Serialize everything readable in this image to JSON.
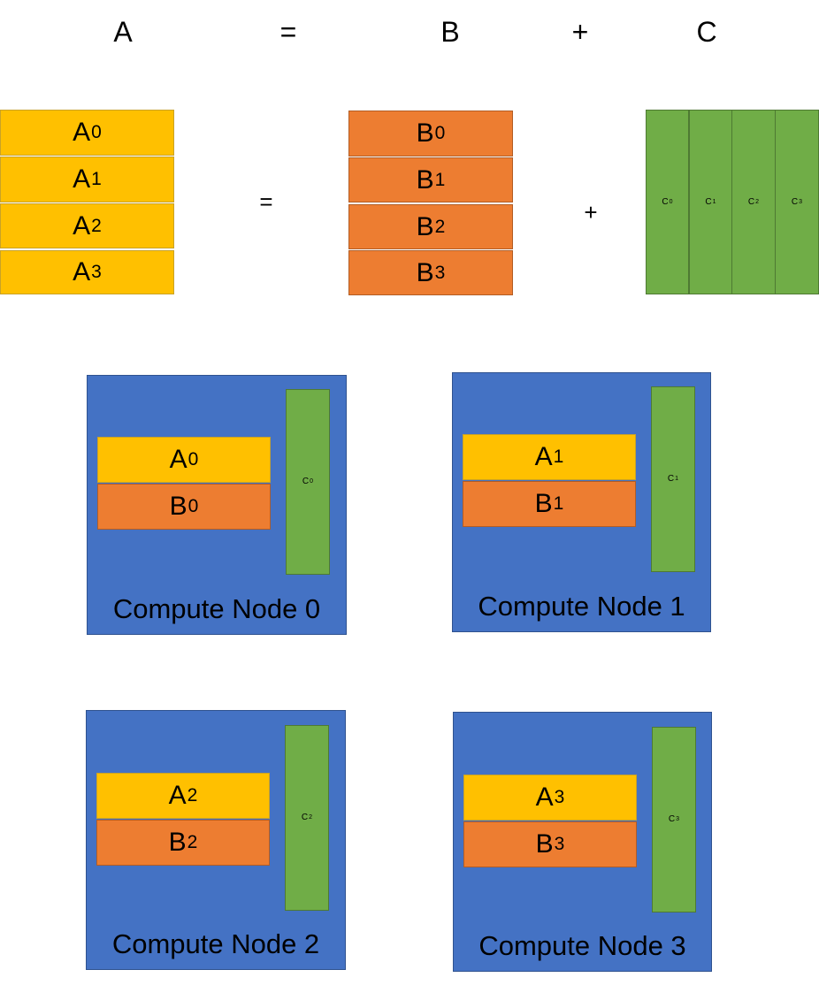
{
  "header": {
    "a": "A",
    "equals": "=",
    "b": "B",
    "plus": "+",
    "c": "C"
  },
  "equation": {
    "a_rows": [
      {
        "base": "A",
        "sub": "0"
      },
      {
        "base": "A",
        "sub": "1"
      },
      {
        "base": "A",
        "sub": "2"
      },
      {
        "base": "A",
        "sub": "3"
      }
    ],
    "equals": "=",
    "b_rows": [
      {
        "base": "B",
        "sub": "0"
      },
      {
        "base": "B",
        "sub": "1"
      },
      {
        "base": "B",
        "sub": "2"
      },
      {
        "base": "B",
        "sub": "3"
      }
    ],
    "plus": "+",
    "c_columns": [
      {
        "base": "C",
        "sub": "0"
      },
      {
        "base": "C",
        "sub": "1"
      },
      {
        "base": "C",
        "sub": "2"
      },
      {
        "base": "C",
        "sub": "3"
      }
    ]
  },
  "nodes": [
    {
      "label": "Compute Node 0",
      "a": {
        "base": "A",
        "sub": "0"
      },
      "b": {
        "base": "B",
        "sub": "0"
      },
      "c": {
        "base": "C",
        "sub": "0"
      }
    },
    {
      "label": "Compute Node 1",
      "a": {
        "base": "A",
        "sub": "1"
      },
      "b": {
        "base": "B",
        "sub": "1"
      },
      "c": {
        "base": "C",
        "sub": "1"
      }
    },
    {
      "label": "Compute Node 2",
      "a": {
        "base": "A",
        "sub": "2"
      },
      "b": {
        "base": "B",
        "sub": "2"
      },
      "c": {
        "base": "C",
        "sub": "2"
      }
    },
    {
      "label": "Compute Node 3",
      "a": {
        "base": "A",
        "sub": "3"
      },
      "b": {
        "base": "B",
        "sub": "3"
      },
      "c": {
        "base": "C",
        "sub": "3"
      }
    }
  ],
  "colors": {
    "a_block": "#ffc000",
    "b_block": "#ed7d31",
    "c_block": "#70ad47",
    "node": "#4472c4"
  }
}
